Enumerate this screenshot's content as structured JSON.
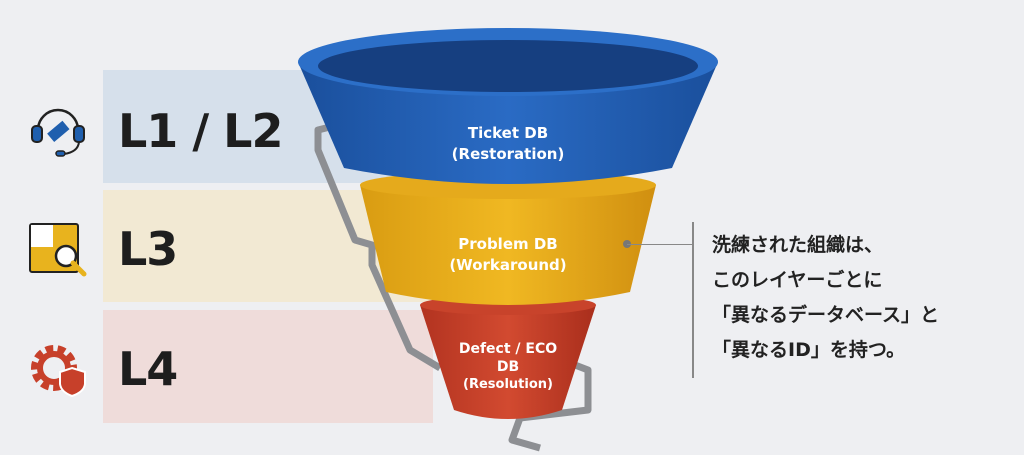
{
  "levels": [
    {
      "label": "L1 / L2",
      "icon": "headset-ticket-icon",
      "color": "#1f5fae"
    },
    {
      "label": "L3",
      "icon": "puzzle-search-icon",
      "color": "#e8a91a"
    },
    {
      "label": "L4",
      "icon": "gear-shield-icon",
      "color": "#c7402a"
    }
  ],
  "funnel": [
    {
      "title": "Ticket DB",
      "sub": "(Restoration)"
    },
    {
      "title": "Problem DB",
      "sub": "(Workaround)"
    },
    {
      "title": "Defect / ECO",
      "title2": "DB",
      "sub": "(Resolution)"
    }
  ],
  "note": {
    "lines": [
      "洗練された組織は、",
      "このレイヤーごとに",
      "「異なるデータベース」と",
      "「異なるID」を持つ。"
    ]
  }
}
